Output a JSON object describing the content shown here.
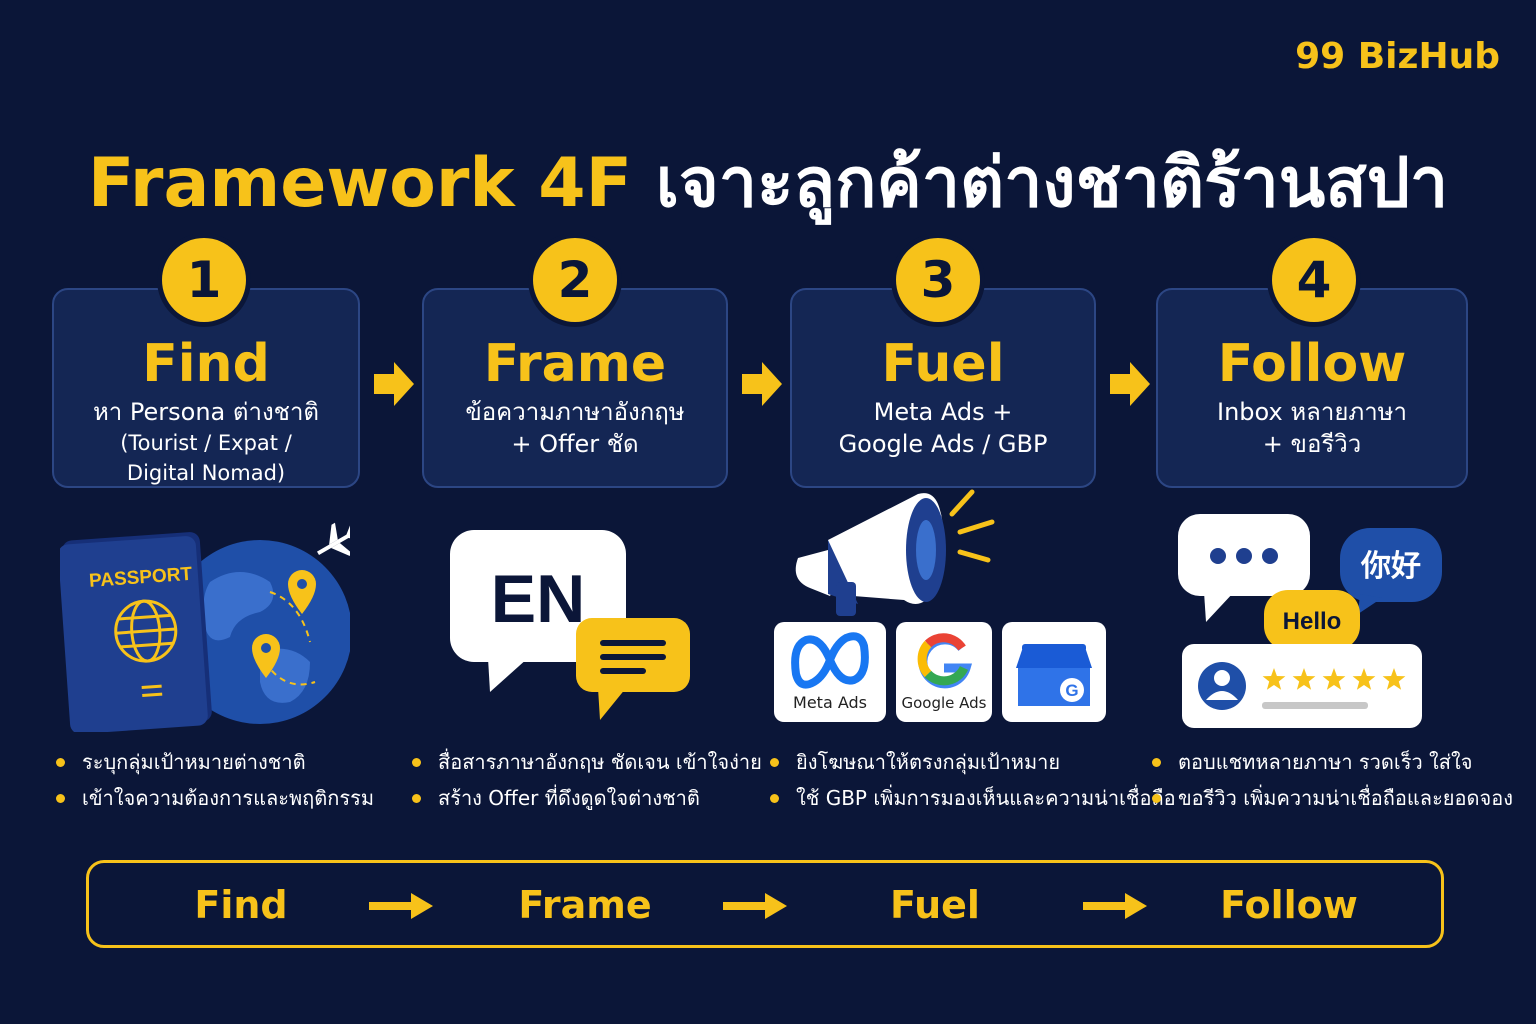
{
  "brand": "99 BizHub",
  "title": {
    "en": "Framework 4F",
    "th": "เจาะลูกค้าต่างชาติร้านสปา"
  },
  "steps": [
    {
      "number": "1",
      "name": "Find",
      "line1": "หา Persona ต่างชาติ",
      "line2": "(Tourist / Expat /",
      "line3": "Digital Nomad)",
      "bullets": [
        "ระบุกลุ่มเป้าหมายต่างชาติ",
        "เข้าใจความต้องการและพฤติกรรม"
      ],
      "illustration": {
        "passport_text": "PASSPORT"
      }
    },
    {
      "number": "2",
      "name": "Frame",
      "line1": "ข้อความภาษาอังกฤษ",
      "line2": "+ Offer ชัด",
      "bullets": [
        "สื่อสารภาษาอังกฤษ ชัดเจน เข้าใจง่าย",
        "สร้าง Offer ที่ดึงดูดใจต่างชาติ"
      ],
      "illustration": {
        "bubble_text": "EN"
      }
    },
    {
      "number": "3",
      "name": "Fuel",
      "line1": "Meta Ads +",
      "line2": "Google Ads / GBP",
      "bullets": [
        "ยิงโฆษณาให้ตรงกลุ่มเป้าหมาย",
        "ใช้ GBP เพิ่มการมองเห็นและความน่าเชื่อถือ"
      ],
      "illustration": {
        "tile_meta": "Meta Ads",
        "tile_google": "Google Ads"
      }
    },
    {
      "number": "4",
      "name": "Follow",
      "line1": "Inbox หลายภาษา",
      "line2": "+ ขอรีวิว",
      "bullets": [
        "ตอบแชทหลายภาษา รวดเร็ว ใส่ใจ",
        "ขอรีวิว เพิ่มความน่าเชื่อถือและยอดจอง"
      ],
      "illustration": {
        "bubble_cn": "你好",
        "bubble_hello": "Hello",
        "rating": 5
      }
    }
  ],
  "flow": [
    "Find",
    "Frame",
    "Fuel",
    "Follow"
  ],
  "colors": {
    "background": "#0b1638",
    "card": "#142654",
    "accent": "#f7c21a",
    "blue": "#1f3f8f"
  }
}
